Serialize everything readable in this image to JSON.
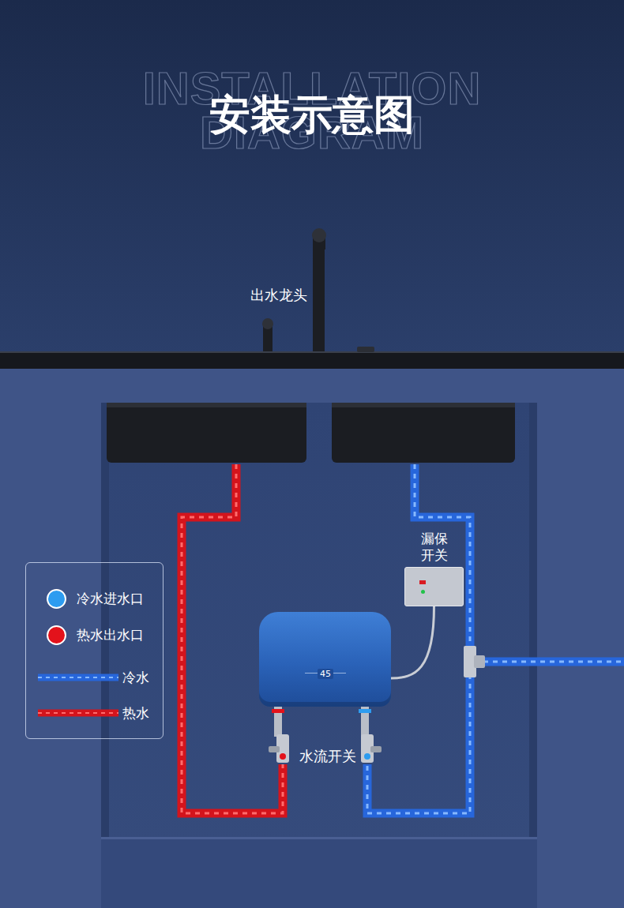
{
  "diagram": {
    "title": "安装示意图",
    "nodes": [
      {
        "text": [
          "漏保 开关"
        ]
      },
      {
        "text": [
          "45"
        ]
      }
    ],
    "edges": [
      {
        "from": 0,
        "to": 1,
        "arrow": "none"
      }
    ],
    "labels": [
      "INSTALLATION",
      "DIAGRAM",
      "出水龙头",
      "水流开关"
    ],
    "legend": [
      {
        "text": "冷水进水口",
        "color": "#2d9cf0"
      },
      {
        "text": "热水出水口",
        "color": "#e3121b"
      },
      {
        "text": "冷水"
      },
      {
        "text": "热水"
      }
    ]
  }
}
